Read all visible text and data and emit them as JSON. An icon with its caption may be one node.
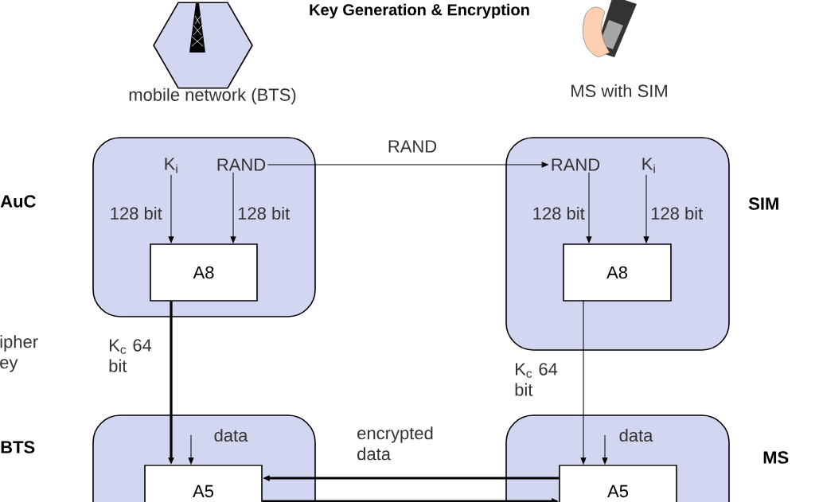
{
  "diagram": {
    "title": "Key Generation & Encryption",
    "nodes": [
      {
        "text": [
          "mobile network (BTS)"
        ]
      },
      {
        "text": [
          "MS with SIM"
        ]
      },
      {
        "text": [
          "AuC"
        ]
      },
      {
        "text": [
          "K$_{i}$"
        ],
        "in": 2
      },
      {
        "text": [
          "RAND"
        ],
        "in": 2
      },
      {
        "text": [
          "A8"
        ],
        "in": 2
      },
      {
        "text": [
          "SIM"
        ]
      },
      {
        "text": [
          "RAND"
        ],
        "in": 6
      },
      {
        "text": [
          "K$_{i}$"
        ],
        "in": 6
      },
      {
        "text": [
          "A8"
        ],
        "in": 6
      },
      {
        "text": [
          "BTS"
        ]
      },
      {
        "text": [
          "A5"
        ],
        "in": 10
      },
      {
        "text": [
          "data"
        ],
        "in": 10
      },
      {
        "text": [
          "MS"
        ]
      },
      {
        "text": [
          "A5"
        ],
        "in": 13
      },
      {
        "text": [
          "data"
        ],
        "in": 13
      }
    ],
    "edges": [
      {
        "from": 3,
        "to": 5,
        "arrow": "to",
        "label": "128 bit"
      },
      {
        "from": 4,
        "to": 5,
        "arrow": "to",
        "label": "128 bit"
      },
      {
        "from": 4,
        "to": 7,
        "arrow": "to",
        "label": "RAND"
      },
      {
        "from": 7,
        "to": 9,
        "arrow": "to",
        "label": "128 bit"
      },
      {
        "from": 8,
        "to": 9,
        "arrow": "to",
        "label": "128 bit"
      },
      {
        "from": 5,
        "to": 11,
        "arrow": "to",
        "label": "K$_{c}$ 64 bit",
        "style": "thick"
      },
      {
        "from": 9,
        "to": 14,
        "arrow": "to",
        "label": "K$_{c}$ 64 bit"
      },
      {
        "from": 12,
        "to": 11,
        "arrow": "to"
      },
      {
        "from": 15,
        "to": 14,
        "arrow": "to"
      },
      {
        "from": 14,
        "to": 11,
        "arrow": "to",
        "label": "encrypted data",
        "style": "thick"
      },
      {
        "from": 11,
        "to": 14,
        "arrow": "to",
        "style": "thick"
      }
    ],
    "labels": [
      "ipher ey"
    ]
  }
}
